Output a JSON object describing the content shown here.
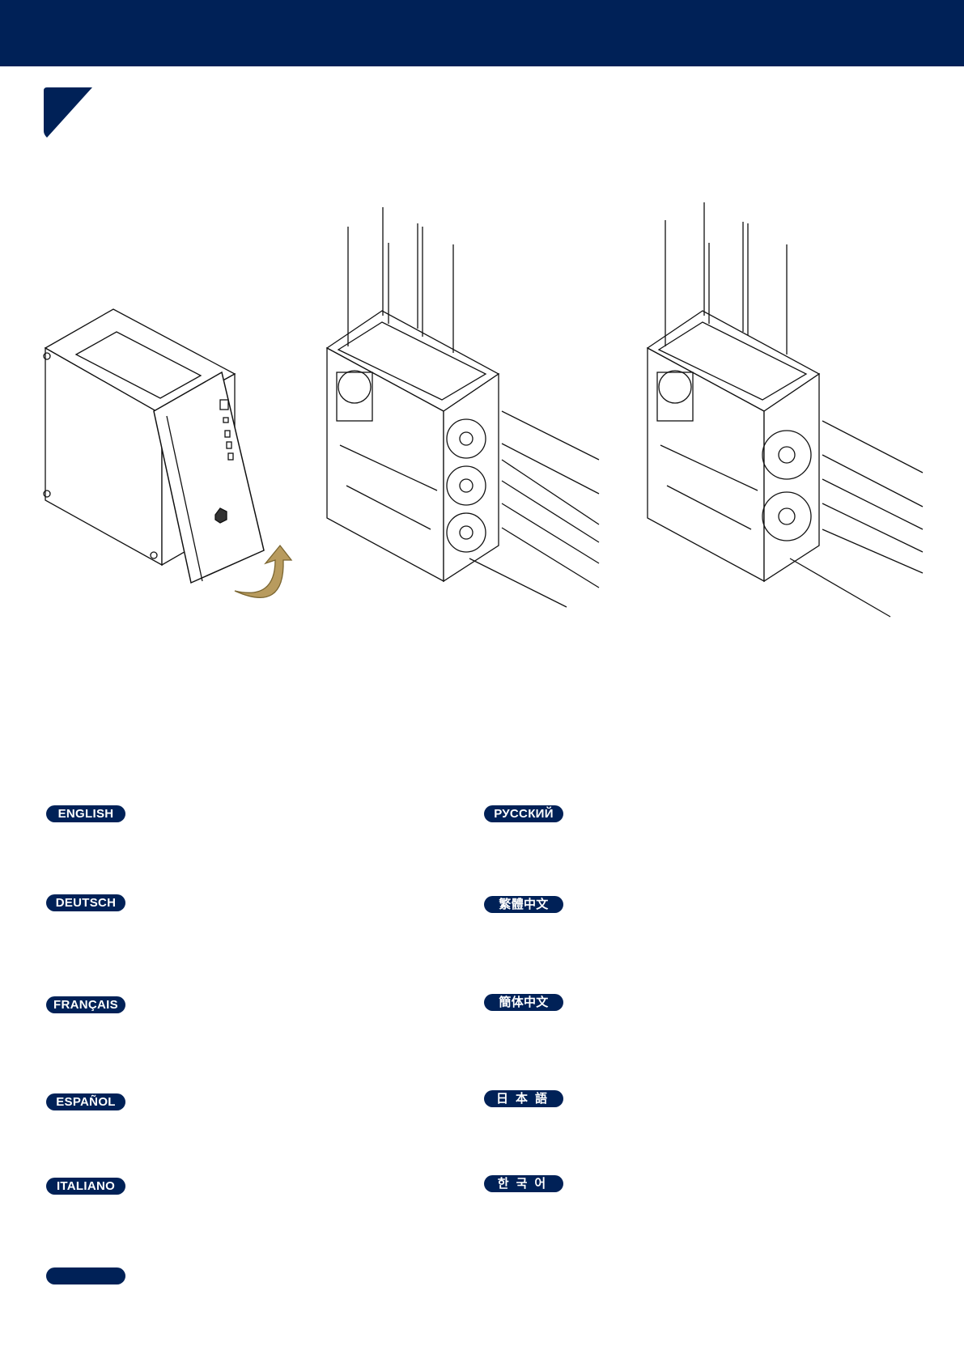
{
  "header": {
    "color": "#002157"
  },
  "languages_left": [
    {
      "label": "ENGLISH"
    },
    {
      "label": "DEUTSCH"
    },
    {
      "label": "FRANÇAIS"
    },
    {
      "label": "ESPAÑOL"
    },
    {
      "label": "ITALIANO"
    },
    {
      "label": ""
    }
  ],
  "languages_right": [
    {
      "label": "РУССКИЙ"
    },
    {
      "label": "繁體中文"
    },
    {
      "label": "簡体中文"
    },
    {
      "label": "日本語"
    },
    {
      "label": "한국어"
    }
  ]
}
